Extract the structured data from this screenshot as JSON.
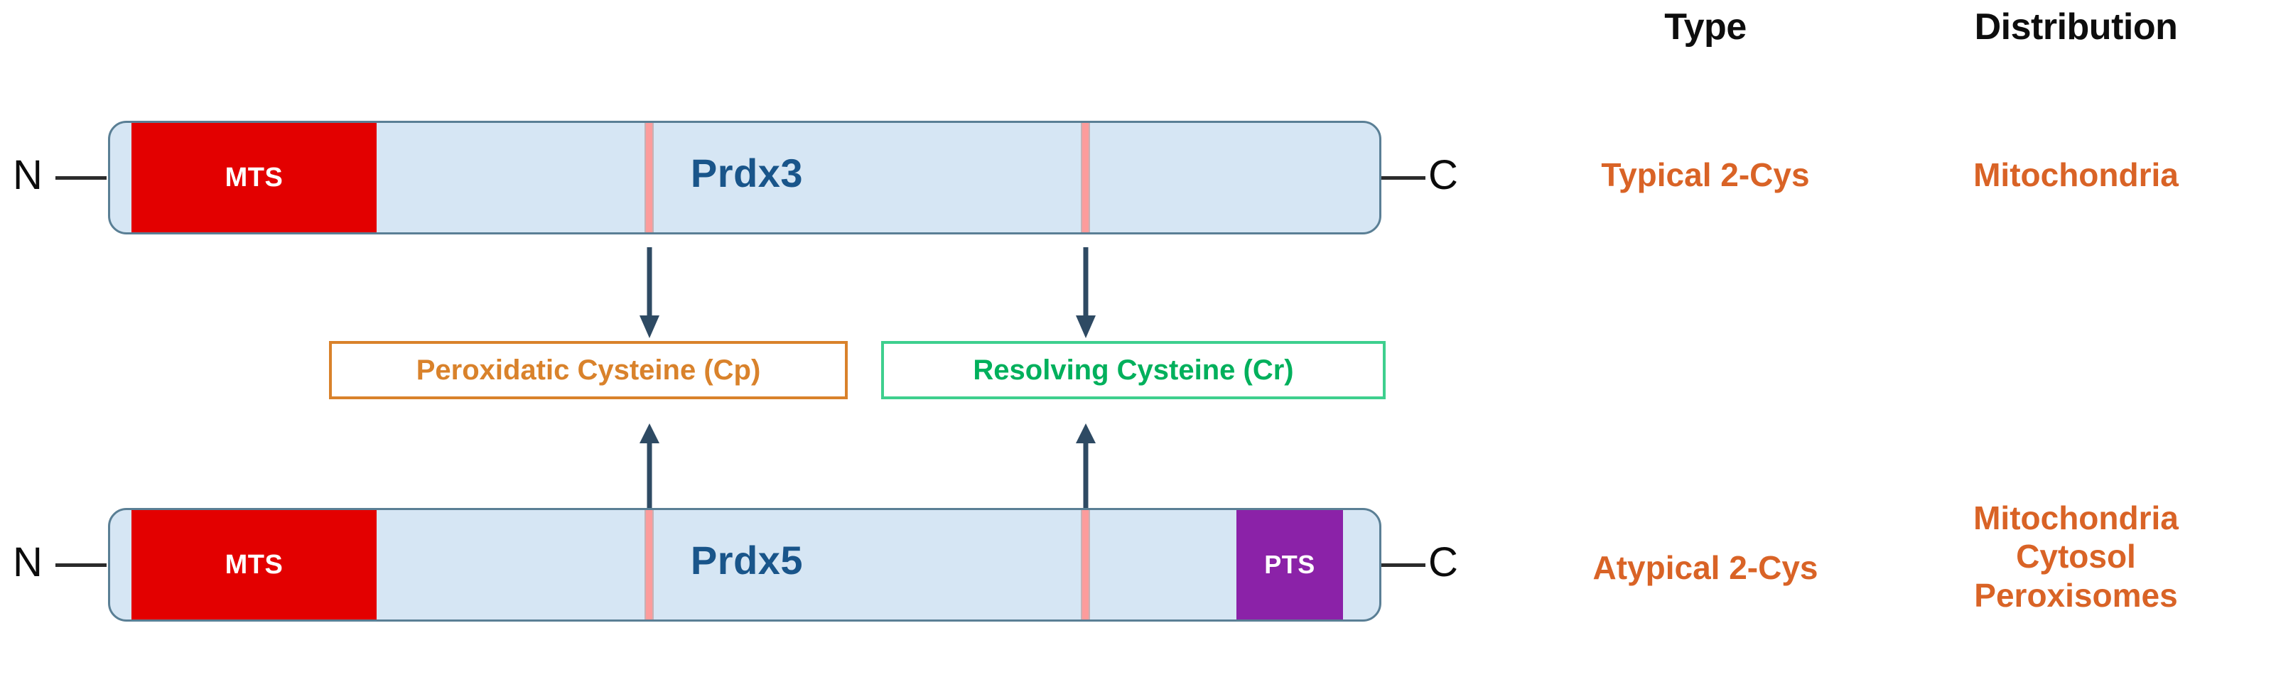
{
  "headers": {
    "type": "Type",
    "distribution": "Distribution"
  },
  "terminus": {
    "n": "N",
    "c": "C"
  },
  "proteins": [
    {
      "name": "Prdx3",
      "mts_label": "MTS",
      "pts_label": "",
      "type": "Typical 2-Cys",
      "distribution": "Mitochondria"
    },
    {
      "name": "Prdx5",
      "mts_label": "MTS",
      "pts_label": "PTS",
      "type": "Atypical 2-Cys",
      "distribution_lines": [
        "Mitochondria",
        "Cytosol",
        "Peroxisomes"
      ]
    }
  ],
  "legend": {
    "peroxidatic": "Peroxidatic Cysteine (Cp)",
    "resolving": "Resolving Cysteine (Cr)"
  },
  "colors": {
    "mts": "#e30000",
    "pts": "#8b22a8",
    "bar_fill": "#d6e6f4",
    "bar_border": "#5a7f95",
    "cysteine_stripe": "#fc9c9c",
    "protein_name": "#19558a",
    "data_text": "#d96326",
    "peroxidatic": "#d9822b",
    "resolving": "#00b05c",
    "arrow": "#2e4a63"
  }
}
